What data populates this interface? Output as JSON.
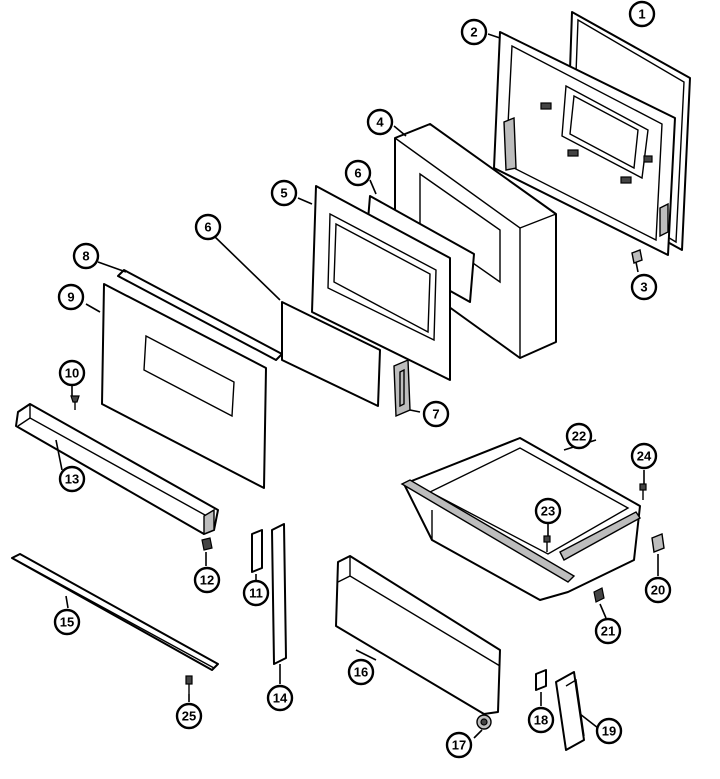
{
  "diagram": {
    "callouts": [
      {
        "id": "c1",
        "label": "1"
      },
      {
        "id": "c2",
        "label": "2"
      },
      {
        "id": "c3",
        "label": "3"
      },
      {
        "id": "c4",
        "label": "4"
      },
      {
        "id": "c5",
        "label": "5"
      },
      {
        "id": "c6a",
        "label": "6"
      },
      {
        "id": "c6b",
        "label": "6"
      },
      {
        "id": "c7",
        "label": "7"
      },
      {
        "id": "c8",
        "label": "8"
      },
      {
        "id": "c9",
        "label": "9"
      },
      {
        "id": "c10",
        "label": "10"
      },
      {
        "id": "c11",
        "label": "11"
      },
      {
        "id": "c12",
        "label": "12"
      },
      {
        "id": "c13",
        "label": "13"
      },
      {
        "id": "c14",
        "label": "14"
      },
      {
        "id": "c15",
        "label": "15"
      },
      {
        "id": "c16",
        "label": "16"
      },
      {
        "id": "c17",
        "label": "17"
      },
      {
        "id": "c18",
        "label": "18"
      },
      {
        "id": "c19",
        "label": "19"
      },
      {
        "id": "c20",
        "label": "20"
      },
      {
        "id": "c21",
        "label": "21"
      },
      {
        "id": "c22",
        "label": "22"
      },
      {
        "id": "c23",
        "label": "23"
      },
      {
        "id": "c24",
        "label": "24"
      },
      {
        "id": "c25",
        "label": "25"
      }
    ]
  }
}
